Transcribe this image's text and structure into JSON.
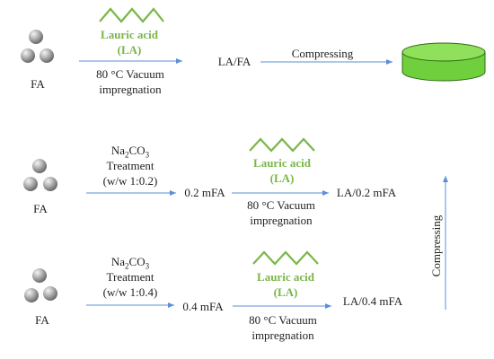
{
  "colors": {
    "arrow": "#5b8fd6",
    "lauric_green": "#7ab648",
    "pellet_green": "#6fcf3d",
    "pellet_top": "#8fe05a",
    "sphere": "#9a9a9a"
  },
  "row1": {
    "fa_label": "FA",
    "la_name": "Lauric acid",
    "la_abbr": "(LA)",
    "condition_line1": "80 °C Vacuum",
    "condition_line2": "impregnation",
    "product": "LA/FA",
    "compress_label": "Compressing"
  },
  "row2": {
    "fa_label": "FA",
    "treatment_reagent_main": "Na",
    "treatment_reagent_sub1": "2",
    "treatment_reagent_mid": "CO",
    "treatment_reagent_sub2": "3",
    "treatment_line2": "Treatment",
    "treatment_ratio": "(w/w 1:0.2)",
    "intermediate": "0.2 mFA",
    "la_name": "Lauric acid",
    "la_abbr": "(LA)",
    "condition_line1": "80 °C Vacuum",
    "condition_line2": "impregnation",
    "product": "LA/0.2 mFA"
  },
  "row3": {
    "fa_label": "FA",
    "treatment_reagent_main": "Na",
    "treatment_reagent_sub1": "2",
    "treatment_reagent_mid": "CO",
    "treatment_reagent_sub2": "3",
    "treatment_line2": "Treatment",
    "treatment_ratio": "(w/w 1:0.4)",
    "intermediate": "0.4 mFA",
    "la_name": "Lauric acid",
    "la_abbr": "(LA)",
    "condition_line1": "80 °C Vacuum",
    "condition_line2": "impregnation",
    "product": "LA/0.4 mFA"
  },
  "side_compress_label": "Compressing"
}
